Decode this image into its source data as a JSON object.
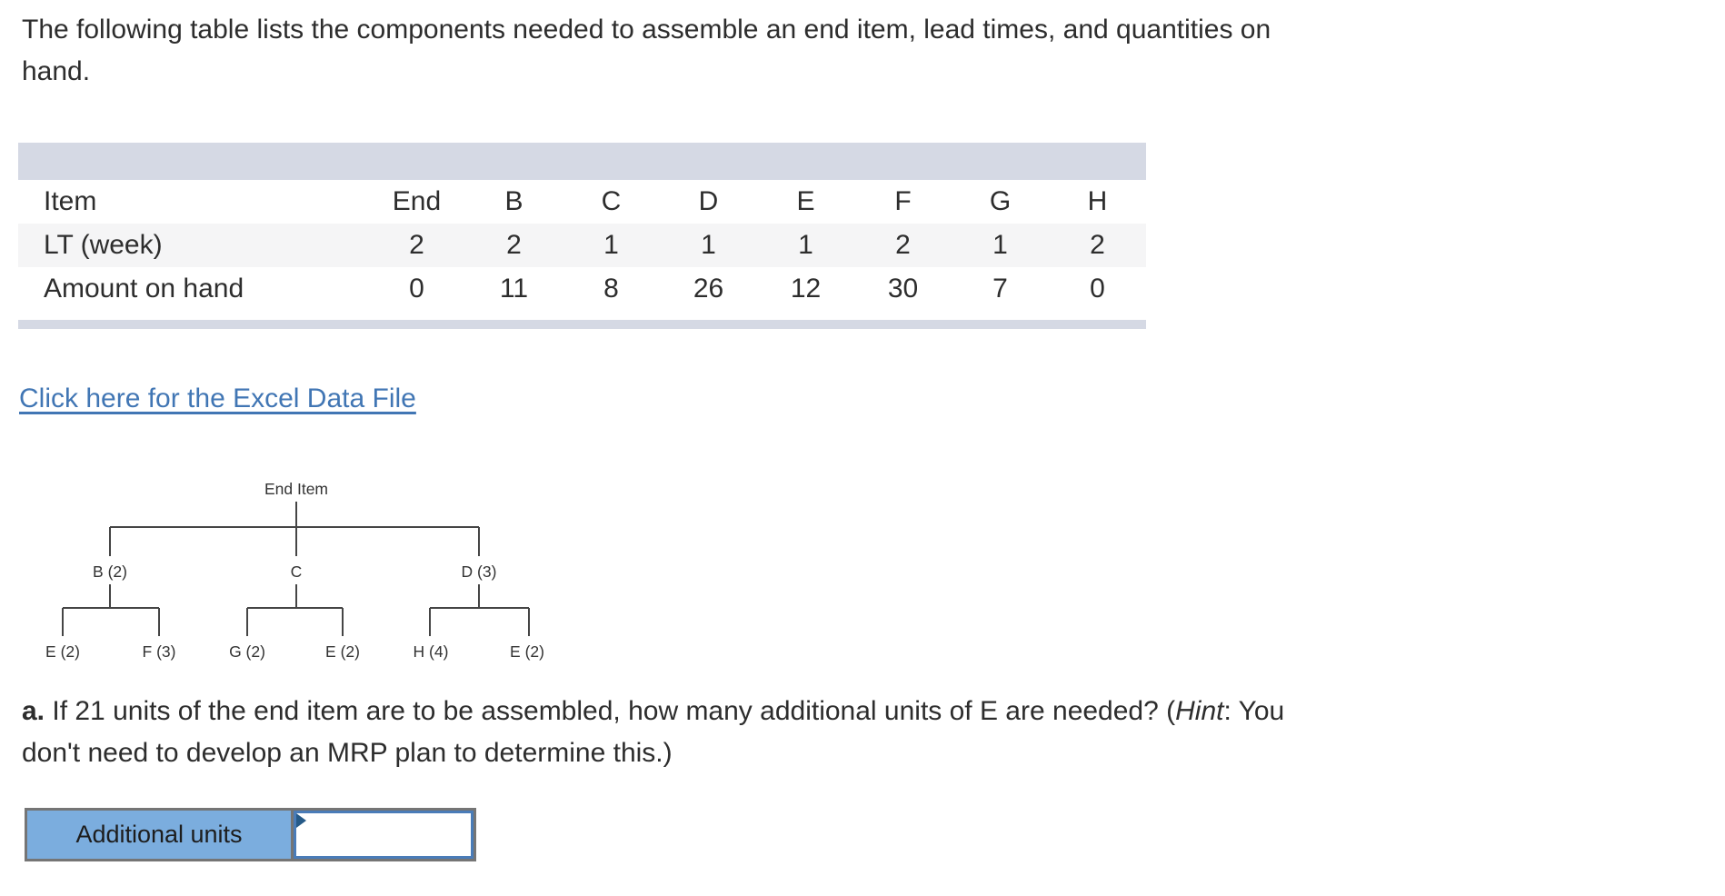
{
  "intro": {
    "line1": "The following table lists the components needed to assemble an end item, lead times, and quantities on",
    "line2": "hand."
  },
  "table": {
    "rows": [
      {
        "label": "Item",
        "values": [
          "End",
          "B",
          "C",
          "D",
          "E",
          "F",
          "G",
          "H"
        ]
      },
      {
        "label": "LT (week)",
        "values": [
          "2",
          "2",
          "1",
          "1",
          "1",
          "2",
          "1",
          "2"
        ]
      },
      {
        "label": "Amount on hand",
        "values": [
          "0",
          "11",
          "8",
          "26",
          "12",
          "30",
          "7",
          "0"
        ]
      }
    ]
  },
  "excel_link": {
    "label": "Click here for the Excel Data File"
  },
  "tree": {
    "root": "End Item",
    "level1": [
      "B (2)",
      "C",
      "D (3)"
    ],
    "b_children": [
      "E (2)",
      "F (3)"
    ],
    "c_children": [
      "G (2)",
      "E (2)"
    ],
    "d_children": [
      "H (4)",
      "E (2)"
    ]
  },
  "question": {
    "prefix": "a.",
    "body1": " If 21 units of the end item are to be assembled, how many additional units of E are needed? (",
    "hint_word": "Hint",
    "body2": ": You",
    "line2": "don't need to develop an MRP plan to determine this.)"
  },
  "answer": {
    "label": "Additional units",
    "value": ""
  },
  "colors": {
    "table_band": "#d5d9e4",
    "table_stripe": "#f5f5f6",
    "link_blue": "#4176b4",
    "answer_label_fill": "#7badde",
    "answer_input_border": "#4a7cb8",
    "answer_flag": "#265a88",
    "answer_outer_border": "#757575",
    "tree_line": "#454545",
    "body_text": "#2d2d2d"
  }
}
